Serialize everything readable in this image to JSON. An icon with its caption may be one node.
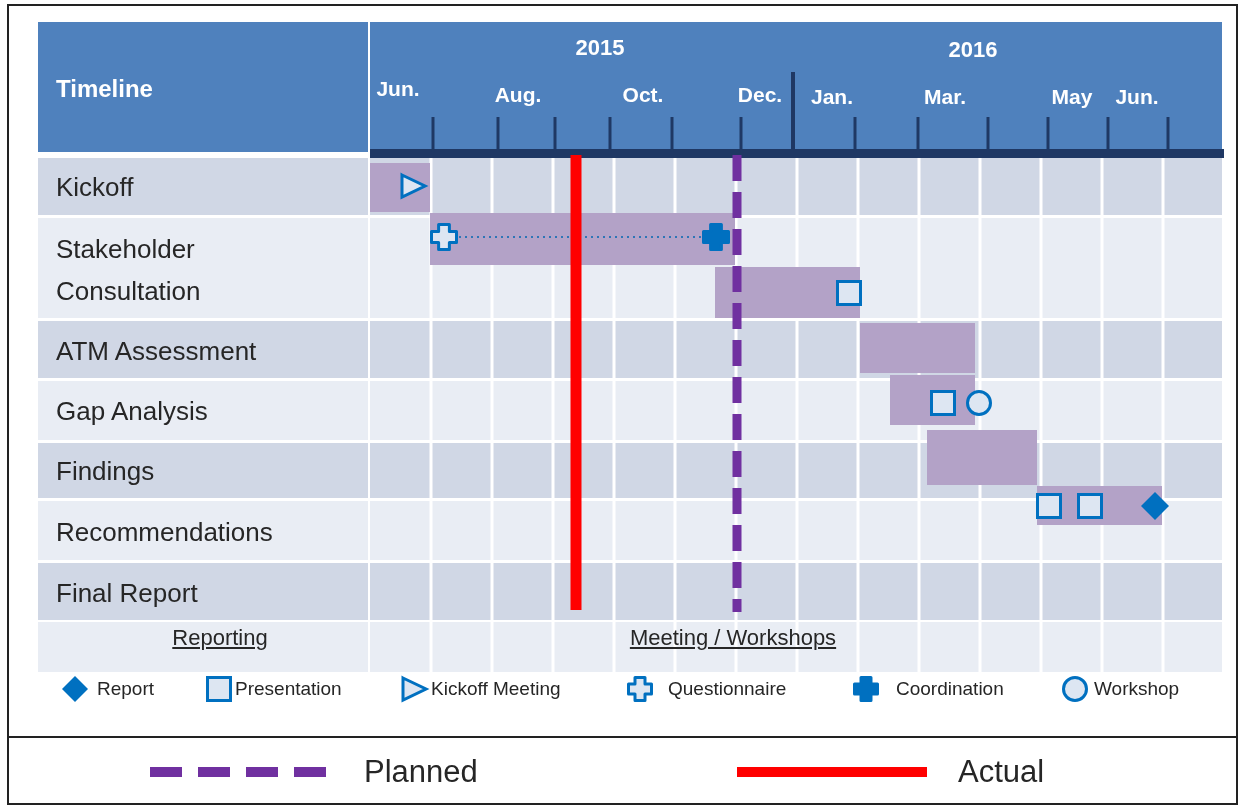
{
  "diagram": {
    "nodes": [
      {
        "text": [],
        "shape": "bar"
      },
      {
        "text": [],
        "shape": "bar"
      },
      {
        "text": [],
        "shape": "cross",
        "in": 1
      },
      {
        "text": [],
        "shape": "cross",
        "in": 1
      },
      {
        "text": [],
        "shape": "bar"
      },
      {
        "text": [],
        "shape": "bar"
      },
      {
        "text": [],
        "shape": "bar"
      },
      {
        "text": [],
        "shape": "bar"
      },
      {
        "text": [],
        "shape": "bar"
      }
    ],
    "edges": [
      {
        "from": 2,
        "to": 3,
        "arrow": "none",
        "style": "dashed"
      }
    ],
    "labels": [
      "Timeline",
      "2015",
      "2016",
      "Jun.",
      "Aug.",
      "Oct.",
      "Dec.",
      "Jan.",
      "Mar.",
      "May",
      "Jun.",
      "Kickoff",
      "Stakeholder Consultation",
      "ATM Assessment",
      "Gap Analysis",
      "Findings",
      "Recommendations",
      "Final Report",
      "Reporting",
      "Meeting / Workshops"
    ],
    "legend": [
      {
        "text": "Report"
      },
      {
        "text": "Presentation"
      },
      {
        "text": "Kickoff Meeting"
      },
      {
        "text": "Questionnaire"
      },
      {
        "text": "Coordination"
      },
      {
        "text": "Workshop"
      },
      {
        "text": "Planned"
      },
      {
        "text": "Actual"
      }
    ]
  }
}
